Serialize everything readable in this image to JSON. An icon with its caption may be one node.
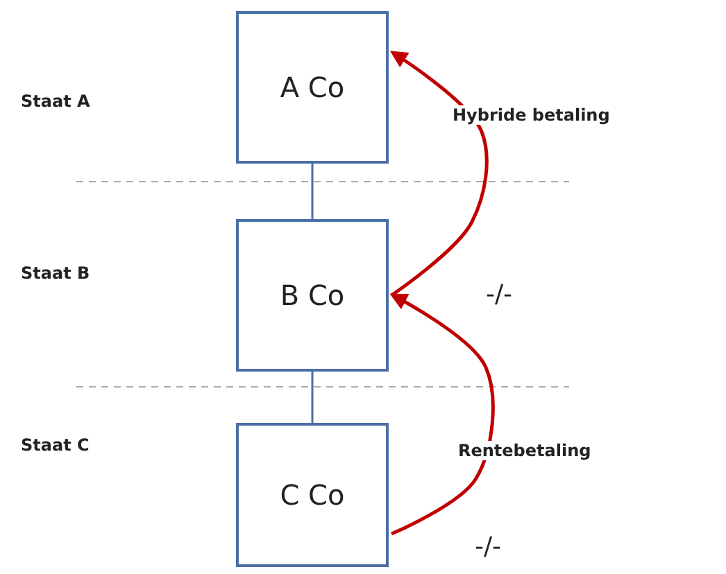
{
  "diagram": {
    "nodes": [
      {
        "text": [
          "A Co"
        ]
      },
      {
        "text": [
          "B Co"
        ]
      },
      {
        "text": [
          "C Co"
        ]
      }
    ],
    "edges": [
      {
        "from": 0,
        "to": 1,
        "arrow": "none"
      },
      {
        "from": 1,
        "to": 2,
        "arrow": "none"
      },
      {
        "from": 1,
        "to": 0,
        "arrow": "to",
        "label": "Hybride betaling",
        "color": "#c00000"
      },
      {
        "from": 2,
        "to": 1,
        "arrow": "to",
        "label": "Rentebetaling",
        "color": "#c00000"
      }
    ],
    "labels": [
      "Staat A",
      "Staat B",
      "-/-",
      "Staat C",
      "-/-"
    ]
  }
}
